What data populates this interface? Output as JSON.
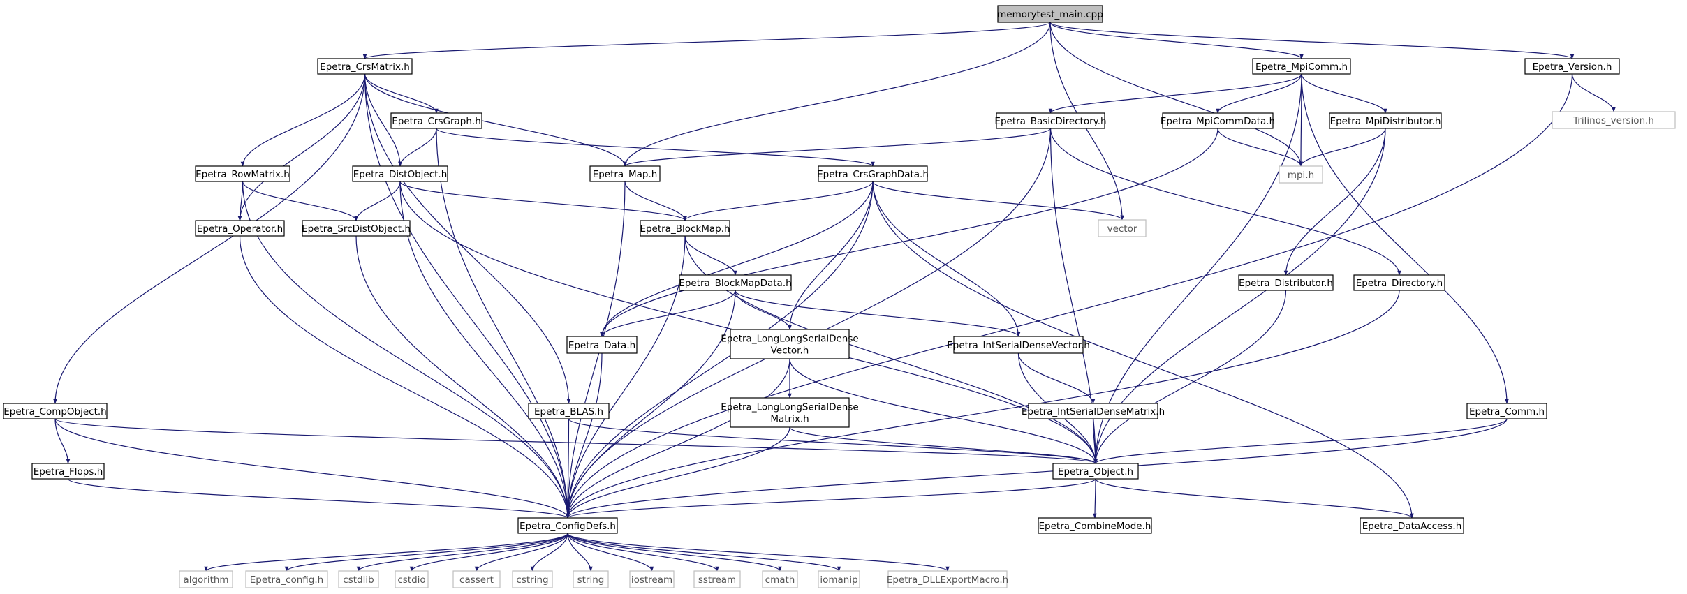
{
  "colors": {
    "edge": "#191970",
    "box_border": "#000000",
    "sys_border": "#bfbfbf",
    "root_fill": "#bfbfbf",
    "background": "#ffffff",
    "text": "#000000",
    "sys_text": "#555555"
  },
  "nodes": [
    {
      "id": "root",
      "lines": [
        "memorytest_main.cpp"
      ],
      "style": "root"
    },
    {
      "id": "crsmatrix",
      "lines": [
        "Epetra_CrsMatrix.h"
      ],
      "style": "box"
    },
    {
      "id": "mpicomm",
      "lines": [
        "Epetra_MpiComm.h"
      ],
      "style": "box"
    },
    {
      "id": "version",
      "lines": [
        "Epetra_Version.h"
      ],
      "style": "box"
    },
    {
      "id": "trilinos",
      "lines": [
        "Trilinos_version.h"
      ],
      "style": "sys"
    },
    {
      "id": "crsgraph",
      "lines": [
        "Epetra_CrsGraph.h"
      ],
      "style": "box"
    },
    {
      "id": "basicdir",
      "lines": [
        "Epetra_BasicDirectory.h"
      ],
      "style": "box"
    },
    {
      "id": "mpicommdata",
      "lines": [
        "Epetra_MpiCommData.h"
      ],
      "style": "box"
    },
    {
      "id": "mpidist",
      "lines": [
        "Epetra_MpiDistributor.h"
      ],
      "style": "box"
    },
    {
      "id": "rowmatrix",
      "lines": [
        "Epetra_RowMatrix.h"
      ],
      "style": "box"
    },
    {
      "id": "distobject",
      "lines": [
        "Epetra_DistObject.h"
      ],
      "style": "box"
    },
    {
      "id": "map",
      "lines": [
        "Epetra_Map.h"
      ],
      "style": "box"
    },
    {
      "id": "crsgraphdata",
      "lines": [
        "Epetra_CrsGraphData.h"
      ],
      "style": "box"
    },
    {
      "id": "mpih",
      "lines": [
        "mpi.h"
      ],
      "style": "sys"
    },
    {
      "id": "operator",
      "lines": [
        "Epetra_Operator.h"
      ],
      "style": "box"
    },
    {
      "id": "srcdist",
      "lines": [
        "Epetra_SrcDistObject.h"
      ],
      "style": "box"
    },
    {
      "id": "blockmap",
      "lines": [
        "Epetra_BlockMap.h"
      ],
      "style": "box"
    },
    {
      "id": "vector",
      "lines": [
        "vector"
      ],
      "style": "sys"
    },
    {
      "id": "blockmapdata",
      "lines": [
        "Epetra_BlockMapData.h"
      ],
      "style": "box"
    },
    {
      "id": "distributor",
      "lines": [
        "Epetra_Distributor.h"
      ],
      "style": "box"
    },
    {
      "id": "directory",
      "lines": [
        "Epetra_Directory.h"
      ],
      "style": "box"
    },
    {
      "id": "data",
      "lines": [
        "Epetra_Data.h"
      ],
      "style": "box"
    },
    {
      "id": "llsdv",
      "lines": [
        "Epetra_LongLongSerialDense",
        "Vector.h"
      ],
      "style": "box"
    },
    {
      "id": "isdv",
      "lines": [
        "Epetra_IntSerialDenseVector.h"
      ],
      "style": "box"
    },
    {
      "id": "compobject",
      "lines": [
        "Epetra_CompObject.h"
      ],
      "style": "box"
    },
    {
      "id": "blas",
      "lines": [
        "Epetra_BLAS.h"
      ],
      "style": "box"
    },
    {
      "id": "llsdm",
      "lines": [
        "Epetra_LongLongSerialDense",
        "Matrix.h"
      ],
      "style": "box"
    },
    {
      "id": "isdm",
      "lines": [
        "Epetra_IntSerialDenseMatrix.h"
      ],
      "style": "box"
    },
    {
      "id": "comm",
      "lines": [
        "Epetra_Comm.h"
      ],
      "style": "box"
    },
    {
      "id": "flops",
      "lines": [
        "Epetra_Flops.h"
      ],
      "style": "box"
    },
    {
      "id": "object",
      "lines": [
        "Epetra_Object.h"
      ],
      "style": "box"
    },
    {
      "id": "configdefs",
      "lines": [
        "Epetra_ConfigDefs.h"
      ],
      "style": "box"
    },
    {
      "id": "combinemode",
      "lines": [
        "Epetra_CombineMode.h"
      ],
      "style": "box"
    },
    {
      "id": "dataaccess",
      "lines": [
        "Epetra_DataAccess.h"
      ],
      "style": "box"
    },
    {
      "id": "algorithm",
      "lines": [
        "algorithm"
      ],
      "style": "sys"
    },
    {
      "id": "config",
      "lines": [
        "Epetra_config.h"
      ],
      "style": "sys"
    },
    {
      "id": "cstdlib",
      "lines": [
        "cstdlib"
      ],
      "style": "sys"
    },
    {
      "id": "cstdio",
      "lines": [
        "cstdio"
      ],
      "style": "sys"
    },
    {
      "id": "cassert",
      "lines": [
        "cassert"
      ],
      "style": "sys"
    },
    {
      "id": "cstring",
      "lines": [
        "cstring"
      ],
      "style": "sys"
    },
    {
      "id": "string",
      "lines": [
        "string"
      ],
      "style": "sys"
    },
    {
      "id": "iostream",
      "lines": [
        "iostream"
      ],
      "style": "sys"
    },
    {
      "id": "sstream",
      "lines": [
        "sstream"
      ],
      "style": "sys"
    },
    {
      "id": "cmath",
      "lines": [
        "cmath"
      ],
      "style": "sys"
    },
    {
      "id": "iomanip",
      "lines": [
        "iomanip"
      ],
      "style": "sys"
    },
    {
      "id": "dllexport",
      "lines": [
        "Epetra_DLLExportMacro.h"
      ],
      "style": "sys"
    }
  ],
  "edges": [
    [
      "root",
      "crsmatrix"
    ],
    [
      "root",
      "map"
    ],
    [
      "root",
      "vector"
    ],
    [
      "root",
      "mpih"
    ],
    [
      "root",
      "mpicomm"
    ],
    [
      "root",
      "version"
    ],
    [
      "version",
      "trilinos"
    ],
    [
      "version",
      "configdefs"
    ],
    [
      "crsmatrix",
      "compobject"
    ],
    [
      "crsmatrix",
      "configdefs"
    ],
    [
      "crsmatrix",
      "rowmatrix"
    ],
    [
      "crsmatrix",
      "operator"
    ],
    [
      "crsmatrix",
      "distobject"
    ],
    [
      "crsmatrix",
      "crsgraph"
    ],
    [
      "crsmatrix",
      "map"
    ],
    [
      "crsmatrix",
      "blas"
    ],
    [
      "crsgraph",
      "distobject"
    ],
    [
      "crsgraph",
      "crsgraphdata"
    ],
    [
      "crsgraph",
      "configdefs"
    ],
    [
      "mpicomm",
      "basicdir"
    ],
    [
      "mpicomm",
      "mpicommdata"
    ],
    [
      "mpicomm",
      "mpidist"
    ],
    [
      "mpicomm",
      "mpih"
    ],
    [
      "mpicomm",
      "object"
    ],
    [
      "mpicomm",
      "comm"
    ],
    [
      "basicdir",
      "map"
    ],
    [
      "basicdir",
      "directory"
    ],
    [
      "basicdir",
      "object"
    ],
    [
      "basicdir",
      "configdefs"
    ],
    [
      "mpicommdata",
      "data"
    ],
    [
      "mpicommdata",
      "mpih"
    ],
    [
      "mpidist",
      "mpih"
    ],
    [
      "mpidist",
      "distributor"
    ],
    [
      "mpidist",
      "object"
    ],
    [
      "rowmatrix",
      "operator"
    ],
    [
      "rowmatrix",
      "srcdist"
    ],
    [
      "rowmatrix",
      "configdefs"
    ],
    [
      "distobject",
      "srcdist"
    ],
    [
      "distobject",
      "blockmap"
    ],
    [
      "distobject",
      "object"
    ],
    [
      "distobject",
      "configdefs"
    ],
    [
      "map",
      "blockmap"
    ],
    [
      "map",
      "configdefs"
    ],
    [
      "crsgraphdata",
      "blockmap"
    ],
    [
      "crsgraphdata",
      "vector"
    ],
    [
      "crsgraphdata",
      "data"
    ],
    [
      "crsgraphdata",
      "llsdv"
    ],
    [
      "crsgraphdata",
      "isdv"
    ],
    [
      "crsgraphdata",
      "configdefs"
    ],
    [
      "crsgraphdata",
      "dataaccess"
    ],
    [
      "operator",
      "configdefs"
    ],
    [
      "srcdist",
      "configdefs"
    ],
    [
      "blockmap",
      "blockmapdata"
    ],
    [
      "blockmap",
      "object"
    ],
    [
      "blockmap",
      "configdefs"
    ],
    [
      "blockmapdata",
      "data"
    ],
    [
      "blockmapdata",
      "llsdv"
    ],
    [
      "blockmapdata",
      "isdv"
    ],
    [
      "blockmapdata",
      "configdefs"
    ],
    [
      "distributor",
      "object"
    ],
    [
      "directory",
      "configdefs"
    ],
    [
      "data",
      "configdefs"
    ],
    [
      "llsdv",
      "llsdm"
    ],
    [
      "llsdv",
      "object"
    ],
    [
      "llsdv",
      "configdefs"
    ],
    [
      "isdv",
      "isdm"
    ],
    [
      "isdv",
      "object"
    ],
    [
      "compobject",
      "flops"
    ],
    [
      "compobject",
      "object"
    ],
    [
      "compobject",
      "configdefs"
    ],
    [
      "blas",
      "configdefs"
    ],
    [
      "blas",
      "object"
    ],
    [
      "llsdm",
      "object"
    ],
    [
      "llsdm",
      "configdefs"
    ],
    [
      "isdm",
      "object"
    ],
    [
      "comm",
      "object"
    ],
    [
      "comm",
      "configdefs"
    ],
    [
      "flops",
      "configdefs"
    ],
    [
      "object",
      "configdefs"
    ],
    [
      "object",
      "combinemode"
    ],
    [
      "object",
      "dataaccess"
    ],
    [
      "configdefs",
      "algorithm"
    ],
    [
      "configdefs",
      "config"
    ],
    [
      "configdefs",
      "cstdlib"
    ],
    [
      "configdefs",
      "cstdio"
    ],
    [
      "configdefs",
      "cassert"
    ],
    [
      "configdefs",
      "cstring"
    ],
    [
      "configdefs",
      "string"
    ],
    [
      "configdefs",
      "iostream"
    ],
    [
      "configdefs",
      "sstream"
    ],
    [
      "configdefs",
      "cmath"
    ],
    [
      "configdefs",
      "iomanip"
    ],
    [
      "configdefs",
      "dllexport"
    ]
  ]
}
